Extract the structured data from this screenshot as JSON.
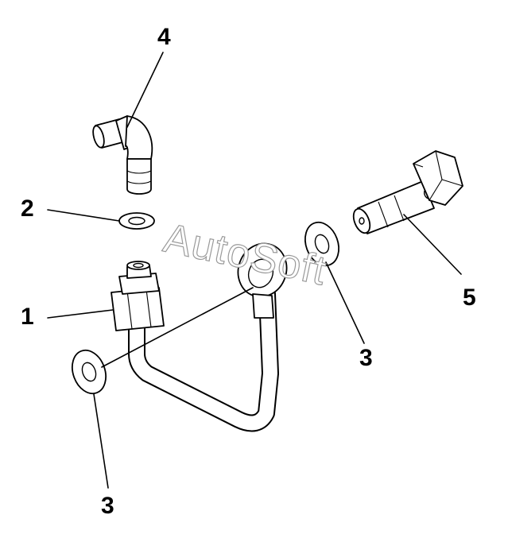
{
  "diagram": {
    "watermark": "AutoSoft",
    "callouts": [
      {
        "id": "1",
        "label": "1"
      },
      {
        "id": "2",
        "label": "2"
      },
      {
        "id": "3a",
        "label": "3"
      },
      {
        "id": "3b",
        "label": "3"
      },
      {
        "id": "4",
        "label": "4"
      },
      {
        "id": "5",
        "label": "5"
      }
    ]
  }
}
